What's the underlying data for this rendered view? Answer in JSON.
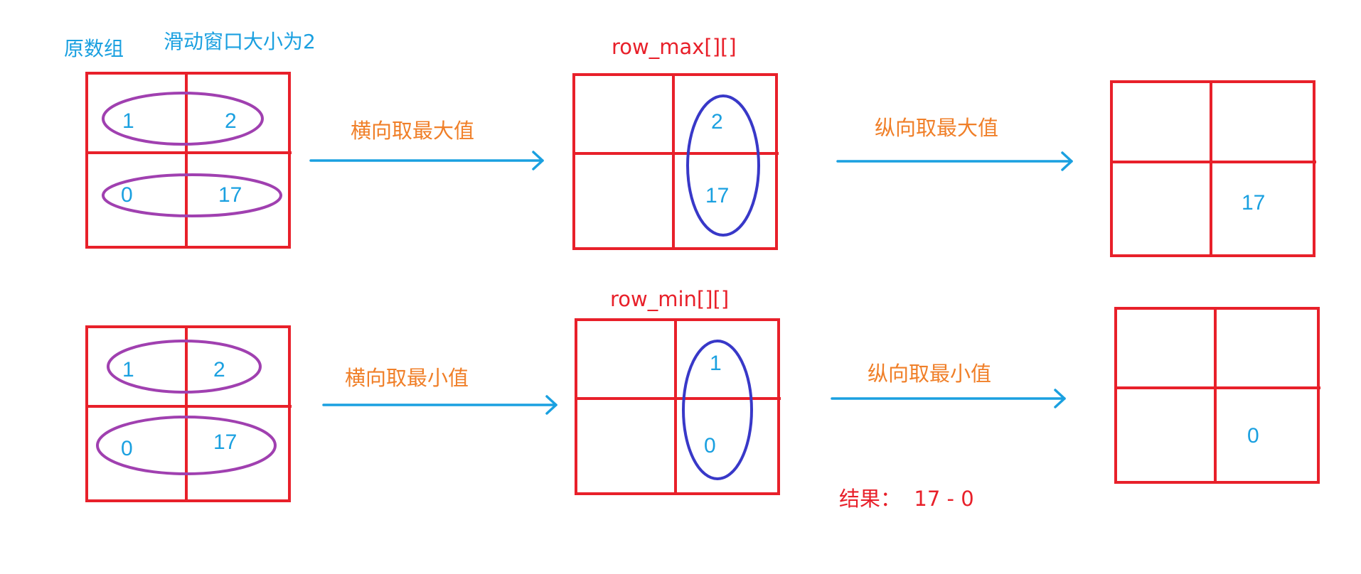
{
  "labels": {
    "original_array": "原数组",
    "window_size": "滑动窗口大小为2",
    "row_max": "row_max[][]",
    "row_min": "row_min[][]",
    "h_max": "横向取最大值",
    "v_max": "纵向取最大值",
    "h_min": "横向取最小值",
    "v_min": "纵向取最小值",
    "result": "结果：  17 - 0"
  },
  "top": {
    "original": [
      "1",
      "2",
      "0",
      "17"
    ],
    "row_max": [
      "2",
      "17"
    ],
    "final": "17"
  },
  "bottom": {
    "original": [
      "1",
      "2",
      "0",
      "17"
    ],
    "row_min": [
      "1",
      "0"
    ],
    "final": "0"
  },
  "colors": {
    "grid": "#e8202a",
    "arrow": "#1aa0e0",
    "row_ellipse": "#a040b0",
    "col_ellipse": "#3838c8",
    "label_orange": "#f07f28"
  }
}
